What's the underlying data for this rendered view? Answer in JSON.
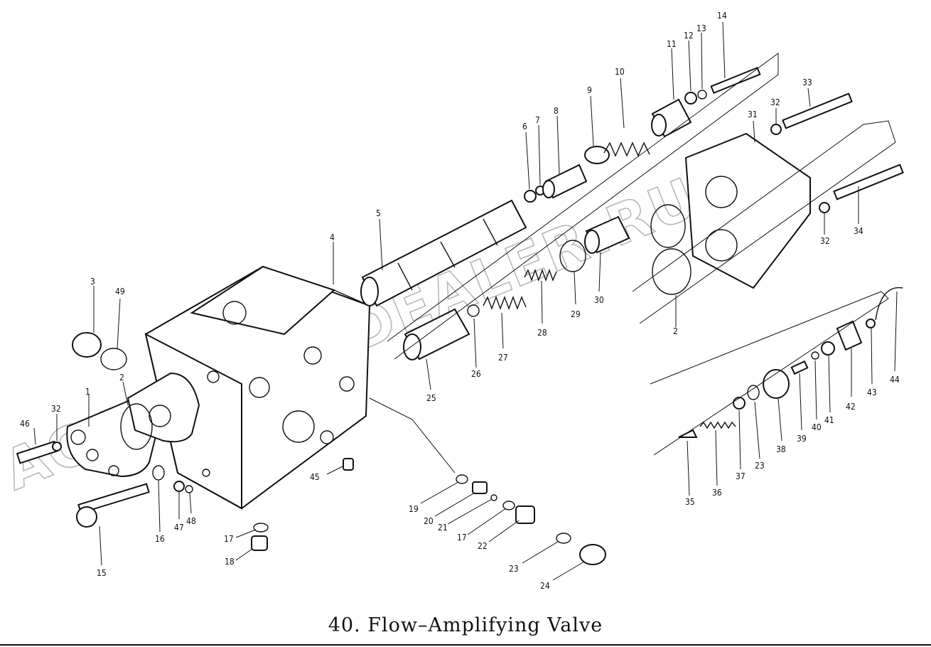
{
  "caption": "40. Flow–Amplifying Valve",
  "watermark": "AGAT-AUTODEALER.RU",
  "callouts": [
    "1",
    "2",
    "2",
    "3",
    "4",
    "5",
    "6",
    "7",
    "8",
    "9",
    "10",
    "11",
    "12",
    "13",
    "14",
    "15",
    "16",
    "17",
    "17",
    "18",
    "19",
    "20",
    "21",
    "22",
    "23",
    "23",
    "24",
    "25",
    "26",
    "27",
    "28",
    "29",
    "30",
    "31",
    "32",
    "32",
    "32",
    "33",
    "34",
    "35",
    "36",
    "37",
    "38",
    "39",
    "40",
    "41",
    "42",
    "43",
    "44",
    "45",
    "46",
    "47",
    "48",
    "49"
  ],
  "colors": {
    "ink": "#111111",
    "watermark": "#9a9a9a",
    "background": "#ffffff"
  }
}
